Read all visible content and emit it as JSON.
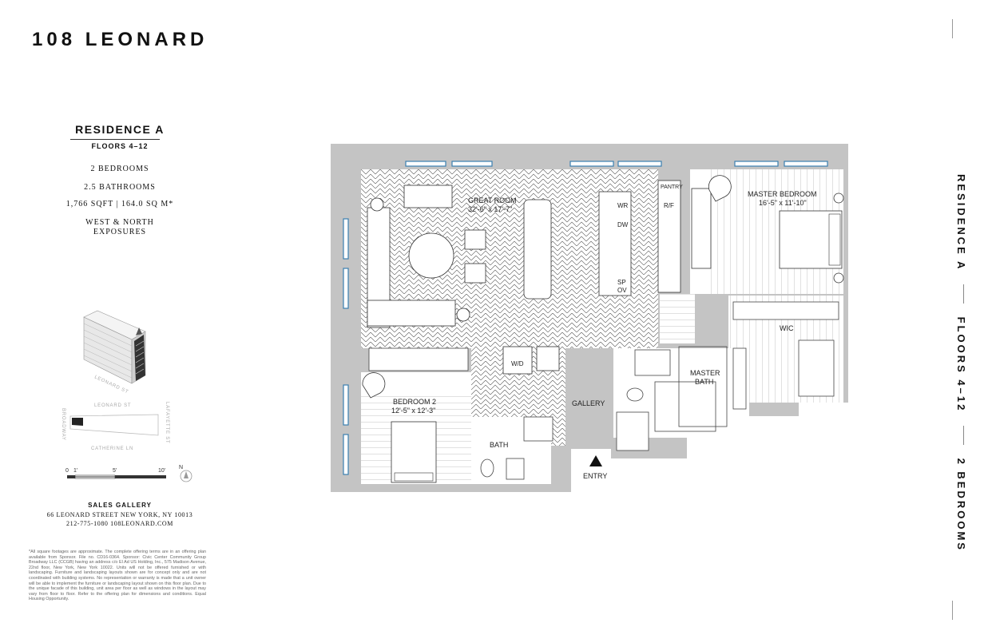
{
  "brand": {
    "name": "108 LEONARD"
  },
  "residence": {
    "title": "RESIDENCE A",
    "floors": "FLOORS 4–12",
    "bedrooms": "2 BEDROOMS",
    "bathrooms": "2.5 BATHROOMS",
    "area": "1,766 SQFT | 164.0 SQ M*",
    "exposures": "WEST & NORTH EXPOSURES"
  },
  "sidebar_vertical": {
    "part1": "RESIDENCE A",
    "part2": "FLOORS 4–12",
    "part3": "2 BEDROOMS"
  },
  "key_map": {
    "streets": [
      "LEONARD ST",
      "LAFAYETTE ST",
      "BROADWAY",
      "CATHERINE LN"
    ],
    "building_label": "LEONARD ST"
  },
  "scale": {
    "labels": [
      "0",
      "1'",
      "5'",
      "10'"
    ],
    "north": "N"
  },
  "sales": {
    "title": "SALES GALLERY",
    "address": "66 LEONARD STREET   NEW YORK, NY 10013",
    "contact": "212-775-1080   108LEONARD.COM"
  },
  "disclaimer": "*All square footages are approximate. The complete offering terms are in an offering plan available from Sponsor. File no. CD16-0364. Sponsor: Civic Center Community Group Broadway LLC (CCGB) having an address c/o El Ad US Holding, Inc., 575 Madison Avenue, 22nd floor, New York, New York 10022. Units will not be offered furnished or with landscaping. Furniture and landscaping layouts shown are for concept only and are not coordinated with building systems. No representation or warranty is made that a unit owner will be able to implement the furniture or landscaping layout shown on this floor plan. Due to the unique facade of this building, unit area per floor as well as windows in the layout may vary from floor to floor. Refer to the offering plan for dimensions and conditions. Equal Housing Opportunity.",
  "plan": {
    "great_room": {
      "name": "GREAT ROOM",
      "dims": "32'-6\" x 17'-7\""
    },
    "master_bedroom": {
      "name": "MASTER BEDROOM",
      "dims": "16'-5\" x 11'-10\""
    },
    "bedroom2": {
      "name": "BEDROOM 2",
      "dims": "12'-5\" x 12'-3\""
    },
    "wic": "WIC",
    "master_bath": {
      "line1": "MASTER",
      "line2": "BATH"
    },
    "bath": "BATH",
    "gallery": "GALLERY",
    "entry": "ENTRY",
    "wd": "W/D",
    "pantry": "PANTRY",
    "rf": "R/F",
    "wr": "WR",
    "dw": "DW",
    "sp": "SP",
    "ov": "OV"
  }
}
